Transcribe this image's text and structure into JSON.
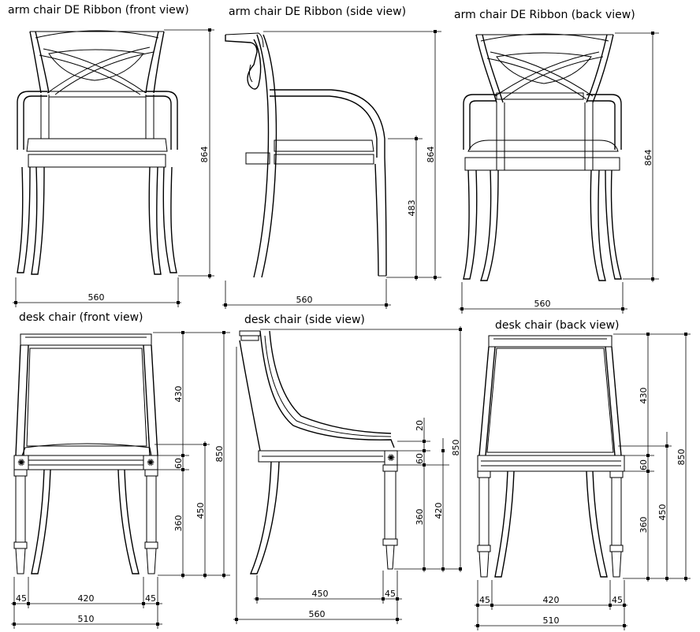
{
  "titles": {
    "arm_front": "arm chair DE Ribbon (front view)",
    "arm_side": "arm chair DE Ribbon (side view)",
    "arm_back": "arm chair DE Ribbon (back view)",
    "desk_front": "desk chair (front view)",
    "desk_side": "desk chair (side view)",
    "desk_back": "desk chair (back view)"
  },
  "dimensions": {
    "arm_front_width": "560",
    "arm_front_height": "864",
    "arm_side_width": "560",
    "arm_side_height": "864",
    "arm_side_seat": "483",
    "arm_back_width": "560",
    "arm_back_height": "864",
    "desk_front_back": "430",
    "desk_front_apron": "60",
    "desk_front_leg": "360",
    "desk_front_seat": "450",
    "desk_front_total": "850",
    "desk_front_left": "45",
    "desk_front_mid": "420",
    "desk_front_right": "45",
    "desk_front_width": "510",
    "desk_side_top": "20",
    "desk_side_apron": "60",
    "desk_side_leg": "360",
    "desk_side_seat": "420",
    "desk_side_total": "850",
    "desk_side_depth": "450",
    "desk_side_leg_w": "45",
    "desk_side_width": "560",
    "desk_back_back": "430",
    "desk_back_apron": "60",
    "desk_back_leg": "360",
    "desk_back_seat": "450",
    "desk_back_total": "850",
    "desk_back_left": "45",
    "desk_back_mid": "420",
    "desk_back_right": "45",
    "desk_back_width": "510"
  }
}
